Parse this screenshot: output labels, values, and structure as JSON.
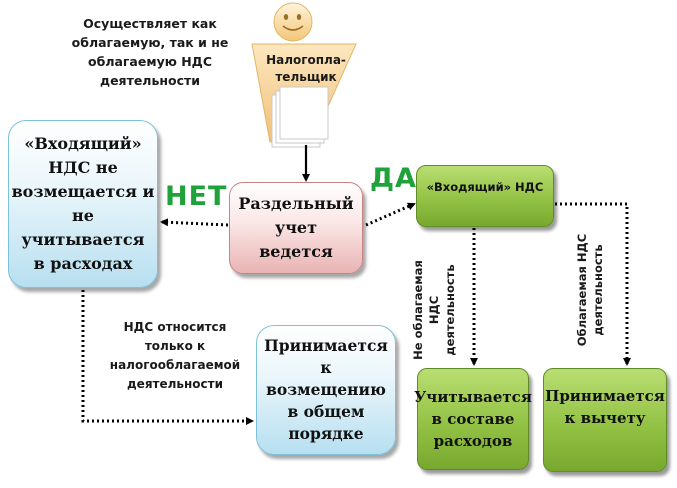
{
  "top_note": [
    "Осуществляет как",
    "облагаемую, так и не",
    "облагаемую НДС",
    "деятельности"
  ],
  "taxpayer_label": [
    "Налогопла-",
    "тельщик"
  ],
  "left_box": [
    "«Входящий»",
    "НДС не",
    "возмещается и",
    "не учитывается",
    "в расходах"
  ],
  "center_box": [
    "Раздельный",
    "учет",
    "ведется"
  ],
  "no_label": "НЕТ",
  "yes_label": "ДА",
  "green_top_box": "«Входящий» НДС",
  "note_taxable_only": [
    "НДС относится",
    "только к",
    "налогооблагаемой",
    "деятельности"
  ],
  "reimburse_box": [
    "Принимается",
    "к",
    "возмещению",
    "в общем",
    "порядке"
  ],
  "vertical_label_nontaxable": [
    "Не облагаемая",
    "НДС",
    "деятельность"
  ],
  "vertical_label_taxable": [
    "Облагаемая НДС",
    "деятельность"
  ],
  "expenses_box": [
    "Учитывается",
    "в составе",
    "расходов"
  ],
  "deduction_box": [
    "Принимается",
    "к вычету"
  ],
  "colors": {
    "accent_green_text": "#1fa23a",
    "green_box": "#93c245",
    "blue_box": "#b7dff0",
    "pink_box": "#e9b3b3",
    "taxpayer_figure": "#f7d49a"
  }
}
